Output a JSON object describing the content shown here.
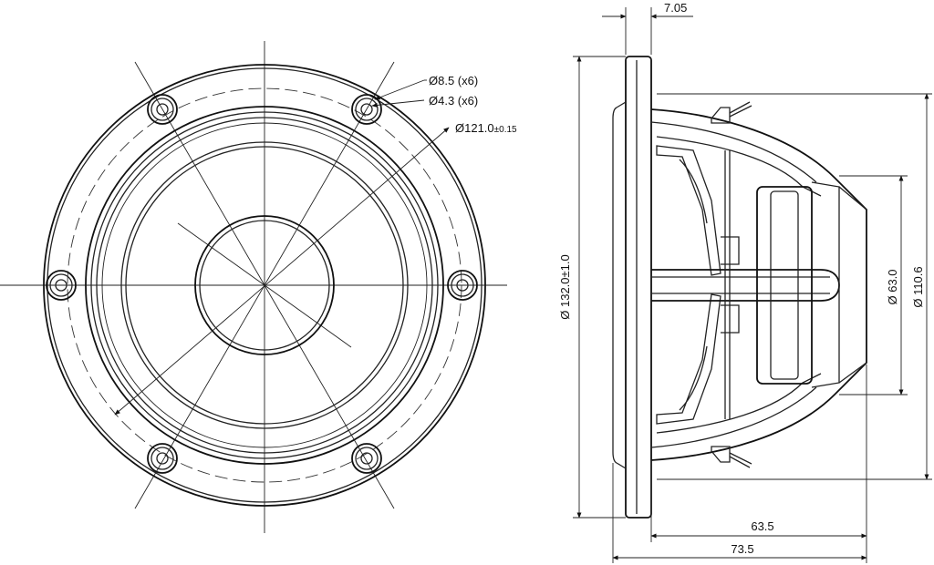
{
  "front_view": {
    "hole_large_label": "Ø8.5 (x6)",
    "hole_small_label": "Ø4.3 (x6)",
    "bolt_circle_label": "Ø121.0",
    "bolt_circle_tolerance": "±0.15"
  },
  "side_view": {
    "flange_thickness": "7.05",
    "outer_diameter": "Ø 132.0±1.0",
    "magnet_diameter": "Ø 63.0",
    "rear_diameter": "Ø 110.6",
    "depth_inner": "63.5",
    "depth_total": "73.5"
  }
}
